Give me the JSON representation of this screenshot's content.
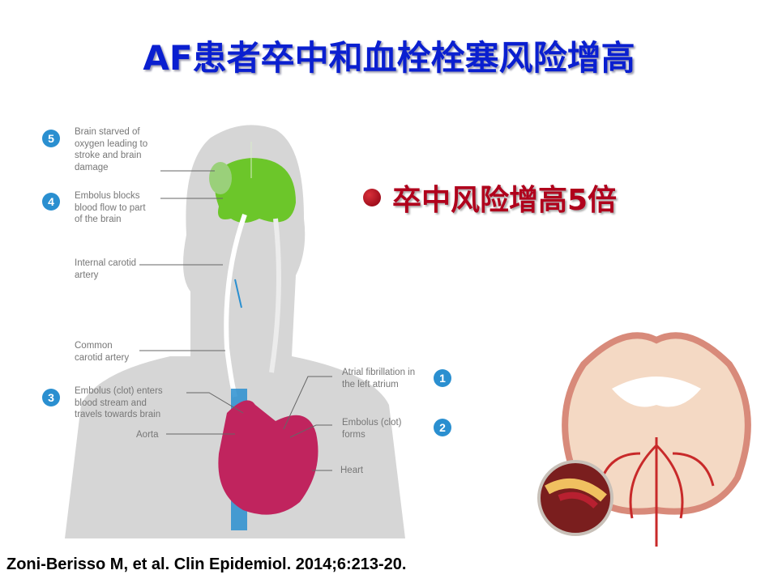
{
  "title": "AF患者卒中和血栓栓塞风险增高",
  "bullet": "卒中风险增高5倍",
  "diagram": {
    "steps": [
      {
        "num": "5",
        "text": "Brain starved of oxygen leading to stroke and brain damage"
      },
      {
        "num": "4",
        "text": "Embolus blocks blood flow to part of the brain"
      },
      {
        "num": "3",
        "text": "Embolus (clot) enters blood stream and travels towards brain"
      },
      {
        "num": "1",
        "text": "Atrial fibrillation in the left atrium"
      },
      {
        "num": "2",
        "text": "Embolus (clot) forms"
      }
    ],
    "labels": {
      "internal": "Internal carotid artery",
      "common": "Common carotid artery",
      "aorta": "Aorta",
      "heart": "Heart"
    }
  },
  "citation": "Zoni-Berisso M, et al. Clin Epidemiol. 2014;6:213-20.",
  "colors": {
    "title": "#0a1fd0",
    "bullet": "#b0001c",
    "step": "#2a8fd0",
    "brain": "#6cc62a",
    "heart": "#c0245e"
  }
}
